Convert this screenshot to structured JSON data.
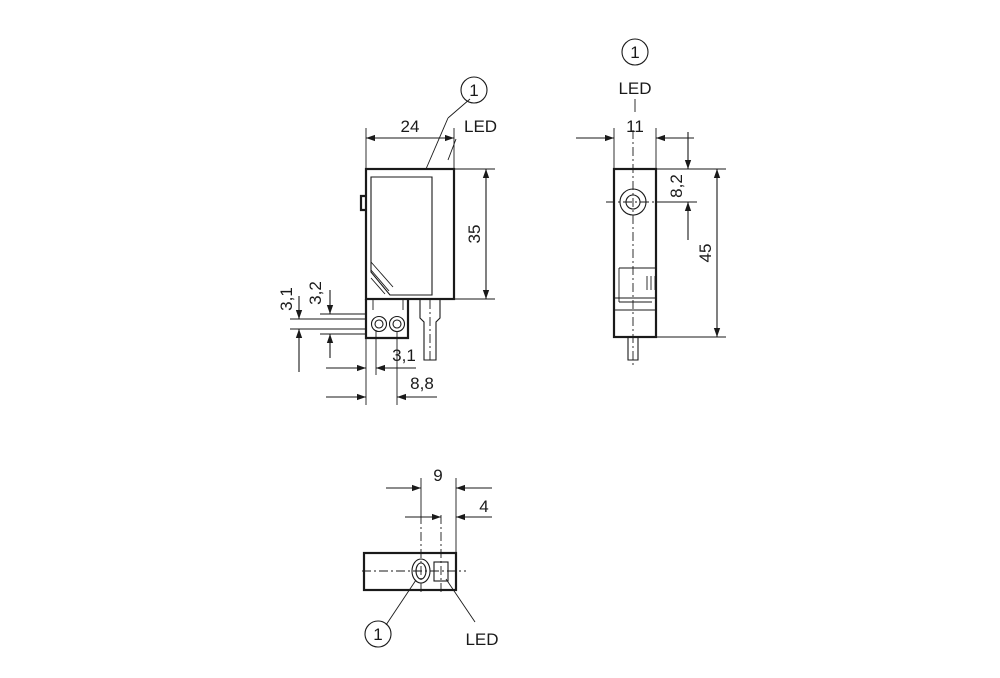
{
  "diagram": {
    "callout_number": "1",
    "led_label": "LED",
    "front_view": {
      "width_dim": "24",
      "height_dim": "35",
      "hole_dim_left": "3,1",
      "hole_dim_right": "3,2",
      "hole_spacing_dim": "3,1",
      "hole_offset_dim": "8,8"
    },
    "side_view": {
      "width_dim": "11",
      "hole_top_dim": "8,2",
      "height_dim": "45"
    },
    "top_view": {
      "width_dim": "9",
      "led_offset_dim": "4"
    }
  }
}
